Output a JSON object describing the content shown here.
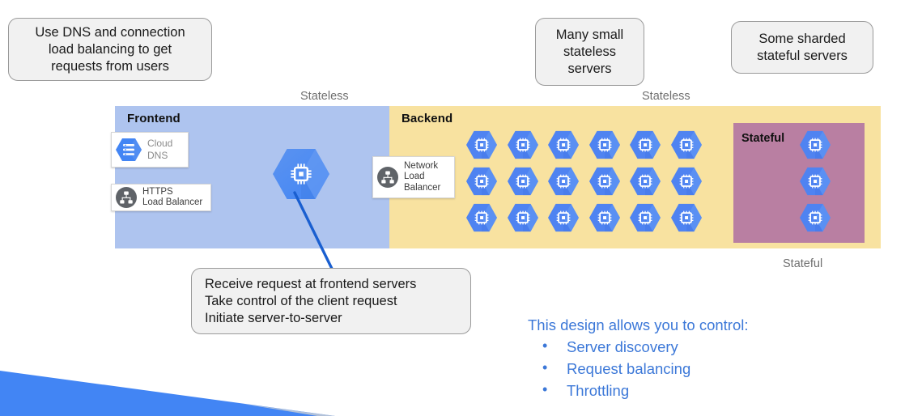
{
  "slide": {
    "background": "#ffffff",
    "accent_blue": "#4285f4",
    "link_blue": "#3c78d8"
  },
  "callouts": [
    {
      "id": "dns-callout",
      "name": "callout-dns-load-balancing",
      "lines": [
        "Use DNS and connection",
        "load balancing to get",
        "requests from users"
      ]
    },
    {
      "id": "stateless-callout",
      "name": "callout-many-small-stateless-servers",
      "lines": [
        "Many small",
        "stateless",
        "servers"
      ]
    },
    {
      "id": "stateful-callout",
      "name": "callout-some-sharded-stateful-servers",
      "lines": [
        "Some sharded",
        "stateful servers"
      ]
    },
    {
      "id": "frontend-callout",
      "name": "callout-receive-request",
      "lines": [
        "Receive request at frontend servers",
        "Take control of the client request",
        "Initiate server-to-server"
      ]
    }
  ],
  "zones": {
    "stateless_label_left": "Stateless",
    "stateless_label_right": "Stateless",
    "stateful_label_bottom": "Stateful",
    "frontend": {
      "title": "Frontend",
      "color": "#aec4ef"
    },
    "backend": {
      "title": "Backend",
      "color": "#f8e2a0"
    },
    "stateful": {
      "title": "Stateful",
      "color": "#b97fa2",
      "node_count": 3
    }
  },
  "services": [
    {
      "id": "cloud-dns",
      "name": "service-chip-cloud-dns",
      "icon": "cloud-dns-hex-icon",
      "label": "Cloud\nDNS",
      "style": "muted"
    },
    {
      "id": "https-lb",
      "name": "service-chip-https-load-balancer",
      "icon": "load-balancer-circle-icon",
      "label": "HTTPS\nLoad Balancer",
      "style": "normal"
    },
    {
      "id": "network-lb",
      "name": "service-chip-network-load-balancer",
      "icon": "load-balancer-circle-icon",
      "label": "Network\nLoad\nBalancer",
      "style": "normal"
    }
  ],
  "backend_grid": {
    "icon": "compute-engine-hex-icon",
    "rows": 3,
    "columns": 6,
    "total_nodes": 18
  },
  "frontend_server": {
    "icon": "compute-engine-hex-icon",
    "name": "frontend-server-hexagon"
  },
  "takeaways": {
    "heading": "This design allows you to control:",
    "items": [
      "Server discovery",
      "Request balancing",
      "Throttling"
    ]
  }
}
